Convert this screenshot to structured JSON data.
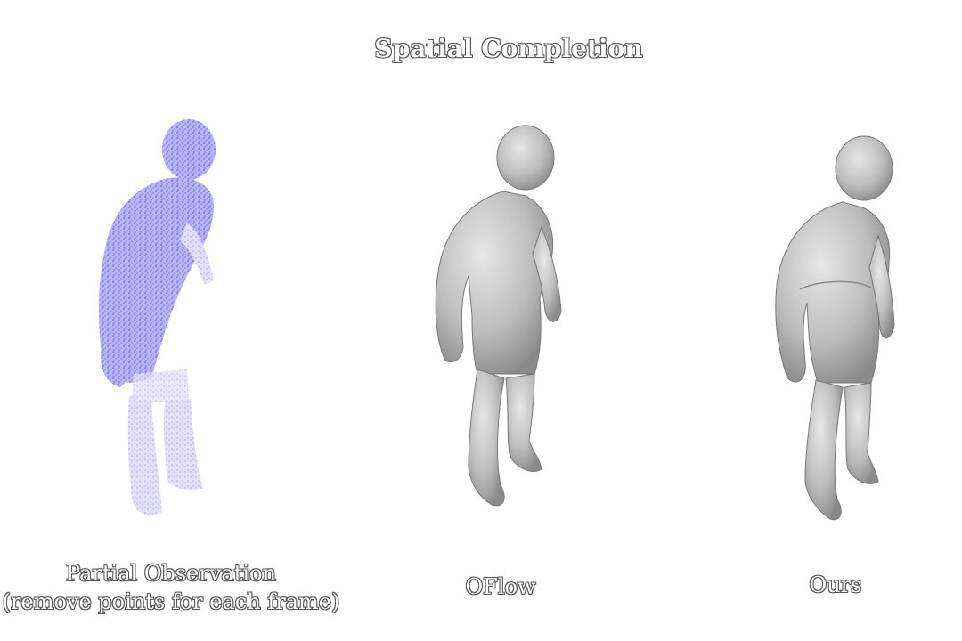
{
  "title": "Spatial Completion",
  "panels": [
    {
      "caption_lines": [
        "Partial Observation",
        "(remove points for each frame)"
      ],
      "figure": "point-cloud-human",
      "color": "#8a84f0"
    },
    {
      "caption_lines": [
        "OFlow"
      ],
      "figure": "mesh-human",
      "color": "#b4b4b4"
    },
    {
      "caption_lines": [
        "Ours"
      ],
      "figure": "mesh-human",
      "color": "#b4b4b4"
    }
  ]
}
